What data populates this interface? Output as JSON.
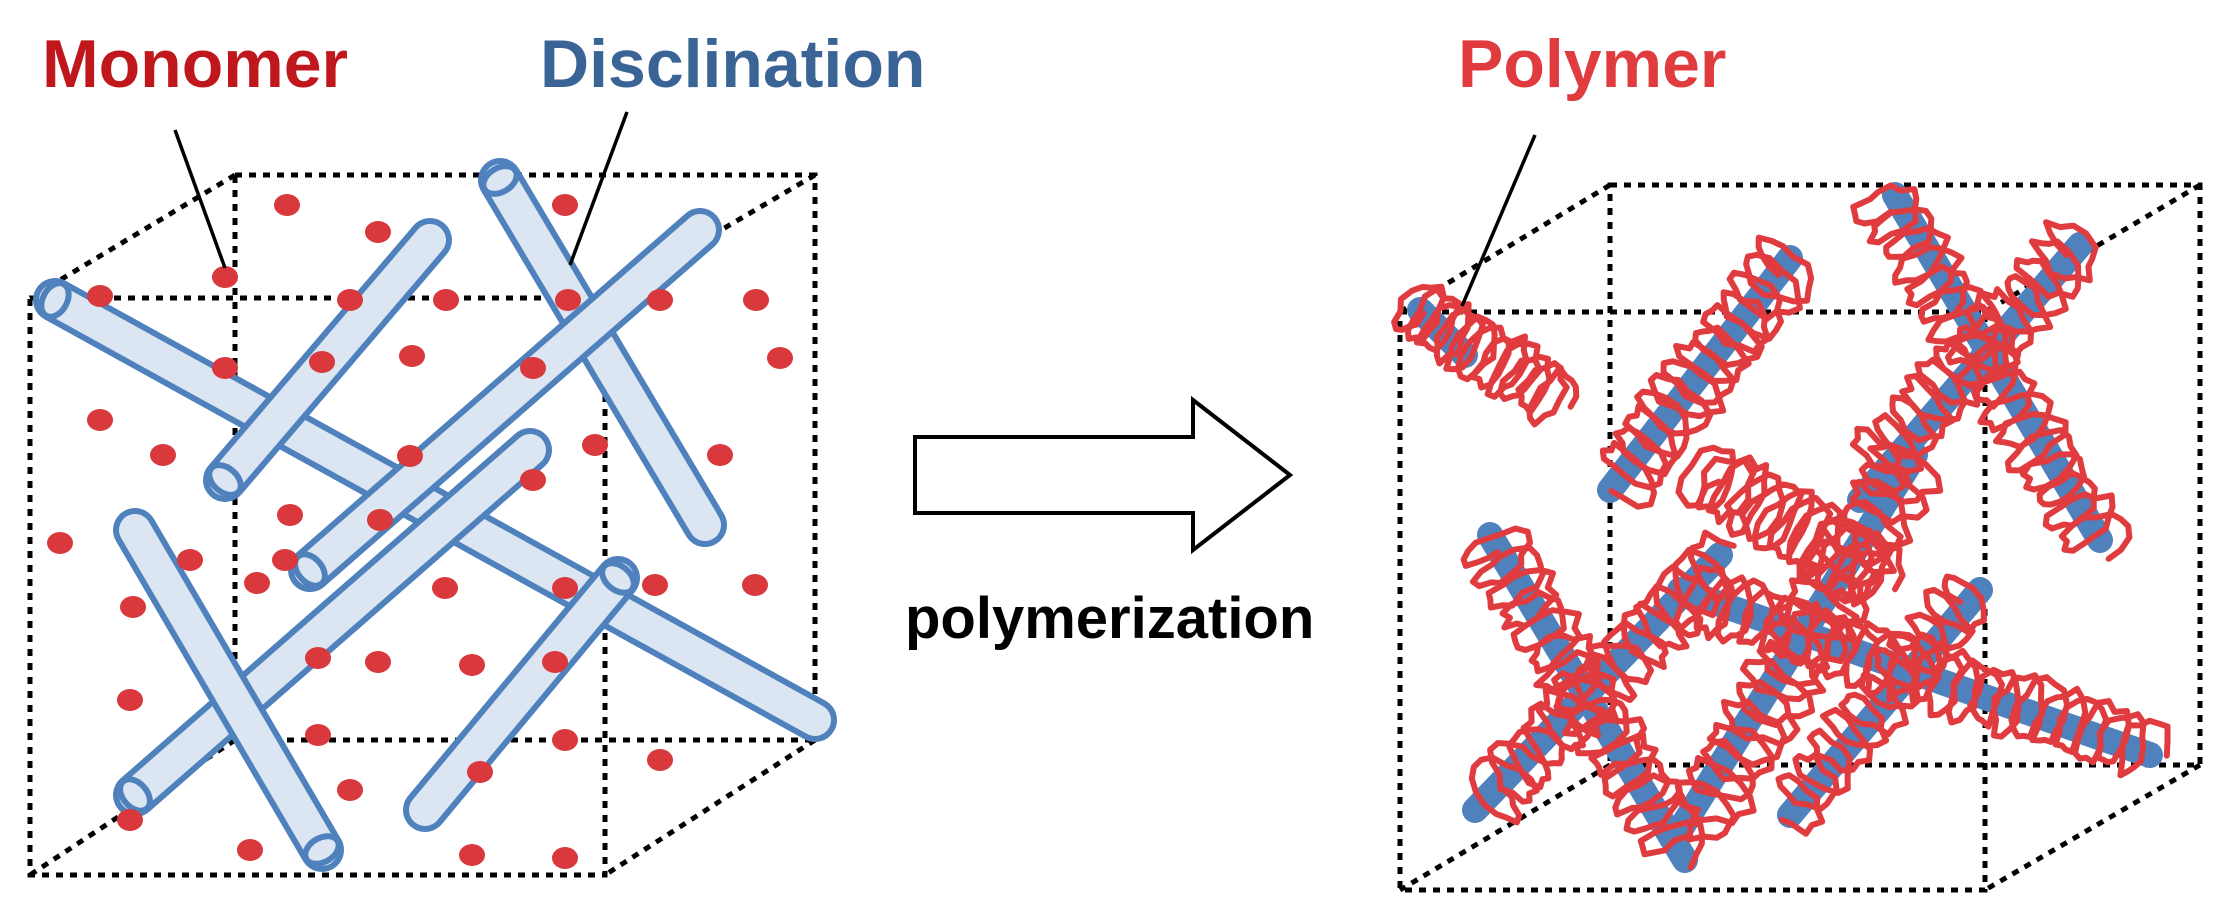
{
  "labels": {
    "monomer": "Monomer",
    "disclination": "Disclination",
    "polymer": "Polymer",
    "process": "polymerization"
  },
  "colors": {
    "monomer": "#d9383c",
    "monomer_label": "#c0171d",
    "disclination_fill": "#dce6f2",
    "disclination_stroke": "#4f81bd",
    "disclination_label": "#3a6496",
    "polymer": "#e03c3f",
    "box": "#000000",
    "arrow_fill": "#ffffff",
    "arrow_stroke": "#000000"
  },
  "icons": {
    "arrow": "right-arrow-icon"
  }
}
